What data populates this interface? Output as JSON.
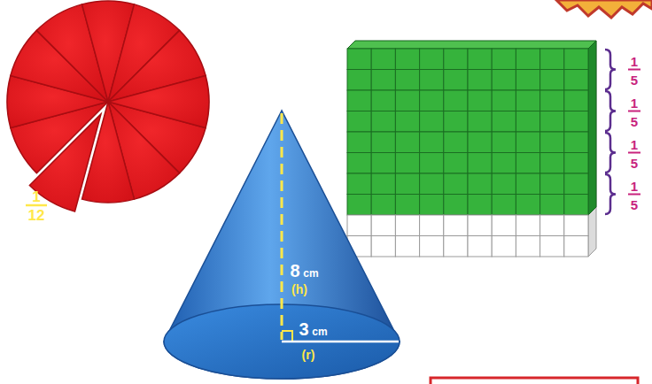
{
  "diagram": {
    "labels": [
      "1",
      "12",
      "8",
      "cm",
      "(h)",
      "3",
      "cm",
      "(r)",
      "1",
      "5",
      "1",
      "5",
      "1",
      "5",
      "1",
      "5"
    ]
  }
}
